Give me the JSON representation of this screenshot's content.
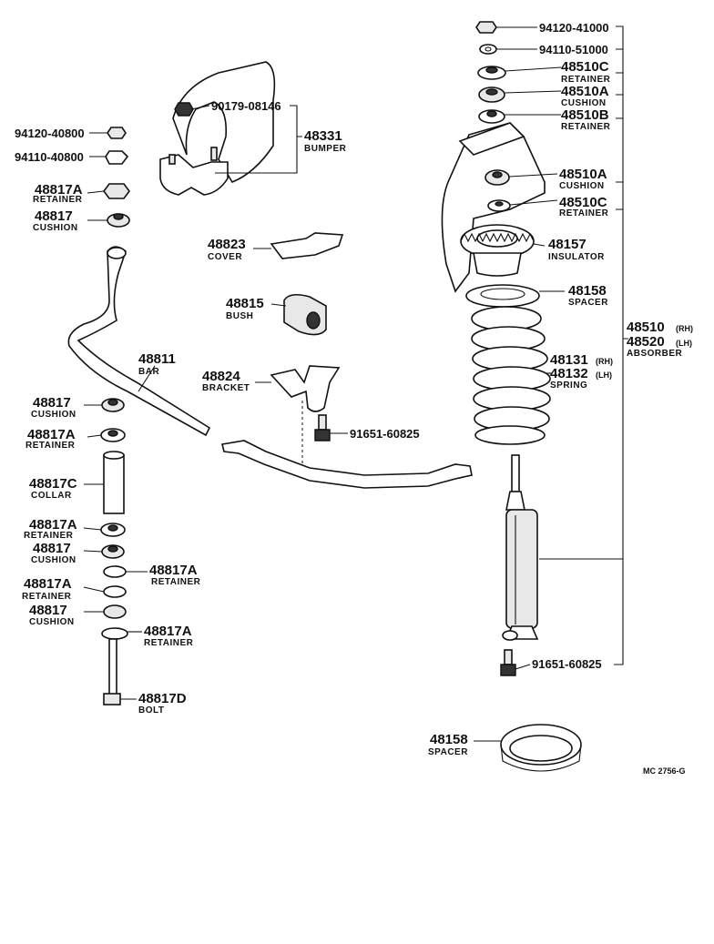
{
  "labels": {
    "l01": {
      "pn": "94120-41000"
    },
    "l02": {
      "pn": "94110-51000"
    },
    "l03": {
      "pn": "48510C",
      "nm": "RETAINER"
    },
    "l04": {
      "pn": "48510A",
      "nm": "CUSHION"
    },
    "l05": {
      "pn": "48510B",
      "nm": "RETAINER"
    },
    "l06": {
      "pn": "90179-08146"
    },
    "l07": {
      "pn": "48331",
      "nm": "BUMPER"
    },
    "l08": {
      "pn": "94120-40800"
    },
    "l09": {
      "pn": "94110-40800"
    },
    "l10": {
      "pn": "48817A",
      "nm": "RETAINER"
    },
    "l11": {
      "pn": "48817",
      "nm": "CUSHION"
    },
    "l12": {
      "pn": "48510A",
      "nm": "CUSHION"
    },
    "l13": {
      "pn": "48510C",
      "nm": "RETAINER"
    },
    "l14": {
      "pn": "48823",
      "nm": "COVER"
    },
    "l15": {
      "pn": "48157",
      "nm": "INSULATOR"
    },
    "l16": {
      "pn": "48158",
      "nm": "SPACER"
    },
    "l17": {
      "pn": "48815",
      "nm": "BUSH"
    },
    "l18": {
      "pn": "48510",
      "rh": "(RH)",
      "pn2": "48520",
      "lh": "(LH)",
      "nm": "ABSORBER"
    },
    "l19": {
      "pn": "48811",
      "nm": "BAR"
    },
    "l20": {
      "pn": "48131",
      "rh": "(RH)",
      "pn2": "48132",
      "lh": "(LH)",
      "nm": "SPRING"
    },
    "l21": {
      "pn": "48824",
      "nm": "BRACKET"
    },
    "l22": {
      "pn": "48817",
      "nm": "CUSHION"
    },
    "l23": {
      "pn": "48817A",
      "nm": "RETAINER"
    },
    "l24": {
      "pn": "91651-60825"
    },
    "l25": {
      "pn": "48817C",
      "nm": "COLLAR"
    },
    "l26": {
      "pn": "48817A",
      "nm": "RETAINER"
    },
    "l27": {
      "pn": "48817",
      "nm": "CUSHION"
    },
    "l28": {
      "pn": "48817A",
      "nm": "RETAINER"
    },
    "l29": {
      "pn": "48817A",
      "nm": "RETAINER"
    },
    "l30": {
      "pn": "48817",
      "nm": "CUSHION"
    },
    "l31": {
      "pn": "48817A",
      "nm": "RETAINER"
    },
    "l32": {
      "pn": "91651-60825"
    },
    "l33": {
      "pn": "48817D",
      "nm": "BOLT"
    },
    "l34": {
      "pn": "48158",
      "nm": "SPACER"
    }
  },
  "figure_code": "MC 2756-G"
}
